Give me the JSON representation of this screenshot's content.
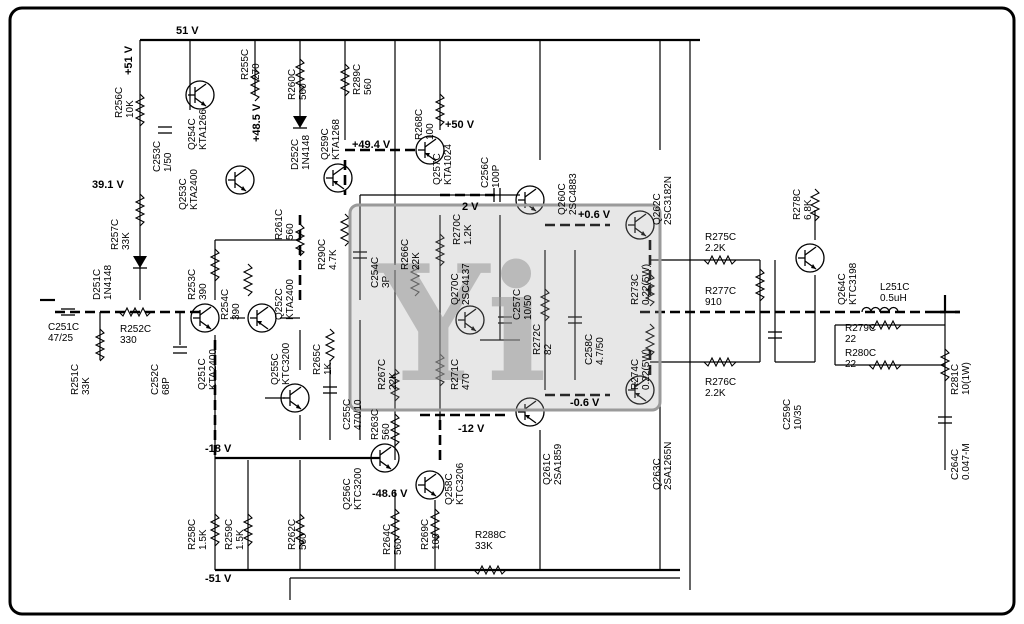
{
  "watermark": {
    "text": "Yi"
  },
  "rails": [
    {
      "id": "r-51-top",
      "text": "51 V"
    },
    {
      "id": "r-51-left",
      "text": "+51 V"
    },
    {
      "id": "r-48-5",
      "text": "+48.5 V"
    },
    {
      "id": "r-49-4",
      "text": "+49.4 V"
    },
    {
      "id": "r-50",
      "text": "+50 V"
    },
    {
      "id": "r-39-1",
      "text": "39.1 V"
    },
    {
      "id": "r-2v",
      "text": "2 V"
    },
    {
      "id": "r-0-6-top",
      "text": "+0.6 V"
    },
    {
      "id": "r-0-6-bot",
      "text": "-0.6 V"
    },
    {
      "id": "r-12",
      "text": "-12 V"
    },
    {
      "id": "r-18",
      "text": "-18 V"
    },
    {
      "id": "r-48-6",
      "text": "-48.6 V"
    },
    {
      "id": "r-51-bot",
      "text": "-51 V"
    }
  ],
  "components": [
    {
      "id": "c251",
      "ref": "C251C",
      "value": "47/25"
    },
    {
      "id": "r251",
      "ref": "R251C",
      "value": "33K"
    },
    {
      "id": "r252",
      "ref": "R252C",
      "value": "330"
    },
    {
      "id": "c252",
      "ref": "C252C",
      "value": "68P"
    },
    {
      "id": "d251",
      "ref": "D251C",
      "value": "1N4148"
    },
    {
      "id": "r256",
      "ref": "R256C",
      "value": "10K"
    },
    {
      "id": "c253",
      "ref": "C253C",
      "value": "1/50"
    },
    {
      "id": "r257",
      "ref": "R257C",
      "value": "33K"
    },
    {
      "id": "q254",
      "ref": "Q254C",
      "value": "KTA1266"
    },
    {
      "id": "q253",
      "ref": "Q253C",
      "value": "KTA2400"
    },
    {
      "id": "r255",
      "ref": "R255C",
      "value": "270"
    },
    {
      "id": "r253",
      "ref": "R253C",
      "value": "390"
    },
    {
      "id": "r254",
      "ref": "R254C",
      "value": "390"
    },
    {
      "id": "q251",
      "ref": "Q251C",
      "value": "KTA2400"
    },
    {
      "id": "q252",
      "ref": "Q252C",
      "value": "KTA2400"
    },
    {
      "id": "r260",
      "ref": "R260C",
      "value": "560"
    },
    {
      "id": "d252",
      "ref": "D252C",
      "value": "1N4148"
    },
    {
      "id": "r261",
      "ref": "R261C",
      "value": "560"
    },
    {
      "id": "q255",
      "ref": "Q255C",
      "value": "KTC3200"
    },
    {
      "id": "r265",
      "ref": "R265C",
      "value": "1K"
    },
    {
      "id": "c255",
      "ref": "C255C",
      "value": "470/10"
    },
    {
      "id": "r289",
      "ref": "R289C",
      "value": "560"
    },
    {
      "id": "q259",
      "ref": "Q259C",
      "value": "KTA1268"
    },
    {
      "id": "r290",
      "ref": "R290C",
      "value": "4.7K"
    },
    {
      "id": "c254",
      "ref": "C254C",
      "value": "3P"
    },
    {
      "id": "r268",
      "ref": "R268C",
      "value": "100"
    },
    {
      "id": "q257",
      "ref": "Q257C",
      "value": "KTA1024"
    },
    {
      "id": "r266",
      "ref": "R266C",
      "value": "22K"
    },
    {
      "id": "r270",
      "ref": "R270C",
      "value": "1.2K"
    },
    {
      "id": "q270",
      "ref": "Q270C",
      "value": "2SC4137"
    },
    {
      "id": "c256",
      "ref": "C256C",
      "value": "100P"
    },
    {
      "id": "c257",
      "ref": "C257C",
      "value": "10/50"
    },
    {
      "id": "r271",
      "ref": "R271C",
      "value": "470"
    },
    {
      "id": "r267",
      "ref": "R267C",
      "value": "22K"
    },
    {
      "id": "r263",
      "ref": "R263C",
      "value": "560"
    },
    {
      "id": "q256",
      "ref": "Q256C",
      "value": "KTC3200"
    },
    {
      "id": "r264",
      "ref": "R264C",
      "value": "560"
    },
    {
      "id": "r269",
      "ref": "R269C",
      "value": "100"
    },
    {
      "id": "q258",
      "ref": "Q258C",
      "value": "KTC3206"
    },
    {
      "id": "r288",
      "ref": "R288C",
      "value": "33K"
    },
    {
      "id": "q260",
      "ref": "Q260C",
      "value": "2SC4883"
    },
    {
      "id": "q261",
      "ref": "Q261C",
      "value": "2SA1859"
    },
    {
      "id": "r272",
      "ref": "R272C",
      "value": "82"
    },
    {
      "id": "c258",
      "ref": "C258C",
      "value": "4.7/50"
    },
    {
      "id": "q262",
      "ref": "Q262C",
      "value": "2SC3182N"
    },
    {
      "id": "q263",
      "ref": "Q263C",
      "value": "2SA1265N"
    },
    {
      "id": "r273",
      "ref": "R273C",
      "value": "0.22(5W)"
    },
    {
      "id": "r274",
      "ref": "R274C",
      "value": "0.22(5W)"
    },
    {
      "id": "r275",
      "ref": "R275C",
      "value": "2.2K"
    },
    {
      "id": "r276",
      "ref": "R276C",
      "value": "2.2K"
    },
    {
      "id": "r277",
      "ref": "R277C",
      "value": "910"
    },
    {
      "id": "c259",
      "ref": "C259C",
      "value": "10/35"
    },
    {
      "id": "r278",
      "ref": "R278C",
      "value": "6.8K"
    },
    {
      "id": "q264",
      "ref": "Q264C",
      "value": "KTC3198"
    },
    {
      "id": "l251",
      "ref": "L251C",
      "value": "0.5uH"
    },
    {
      "id": "r279",
      "ref": "R279C",
      "value": "22"
    },
    {
      "id": "r280",
      "ref": "R280C",
      "value": "22"
    },
    {
      "id": "r281",
      "ref": "R281C",
      "value": "10(1W)"
    },
    {
      "id": "c264",
      "ref": "C264C",
      "value": "0.047-M"
    },
    {
      "id": "r258",
      "ref": "R258C",
      "value": "1.5K"
    },
    {
      "id": "r259",
      "ref": "R259C",
      "value": "1.5K"
    },
    {
      "id": "r262",
      "ref": "R262C",
      "value": "560"
    }
  ]
}
